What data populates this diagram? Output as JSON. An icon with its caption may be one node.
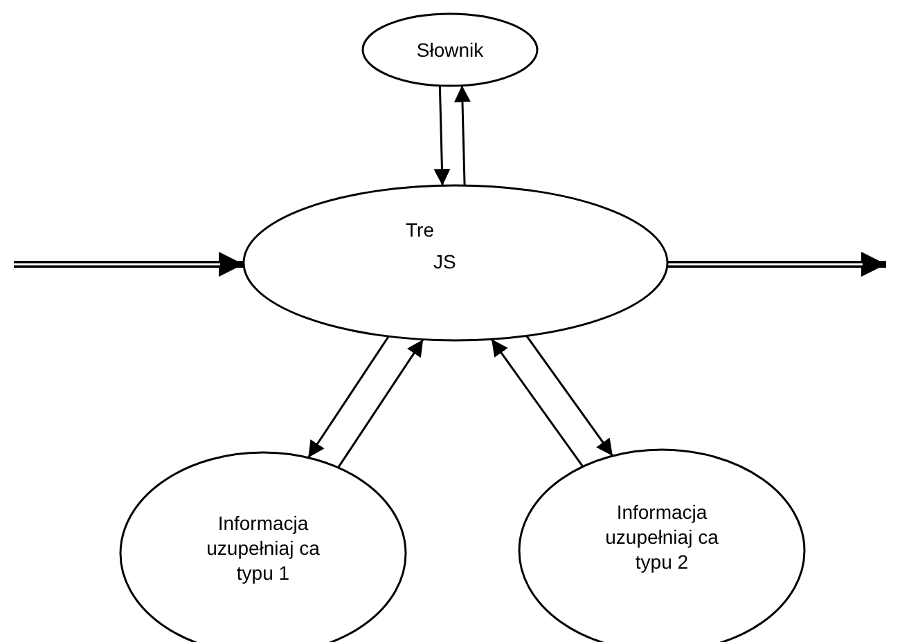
{
  "diagram": {
    "nodes": [
      {
        "text": [
          "Słownik"
        ]
      },
      {
        "text": [
          "Tre",
          "JS"
        ]
      },
      {
        "text": [
          "Informacja uzupełniaj ca typu 1"
        ]
      },
      {
        "text": [
          "Informacja uzupełniaj ca typu 2"
        ]
      }
    ],
    "edges": [
      {
        "from": null,
        "to": 1,
        "arrow": "to",
        "style": "thick"
      },
      {
        "from": 1,
        "to": null,
        "arrow": "to",
        "style": "thick"
      },
      {
        "from": 0,
        "to": 1,
        "arrow": "to"
      },
      {
        "from": 1,
        "to": 0,
        "arrow": "to"
      },
      {
        "from": 1,
        "to": 2,
        "arrow": "to"
      },
      {
        "from": 2,
        "to": 1,
        "arrow": "to"
      },
      {
        "from": 1,
        "to": 3,
        "arrow": "to"
      },
      {
        "from": 3,
        "to": 1,
        "arrow": "to"
      }
    ]
  }
}
